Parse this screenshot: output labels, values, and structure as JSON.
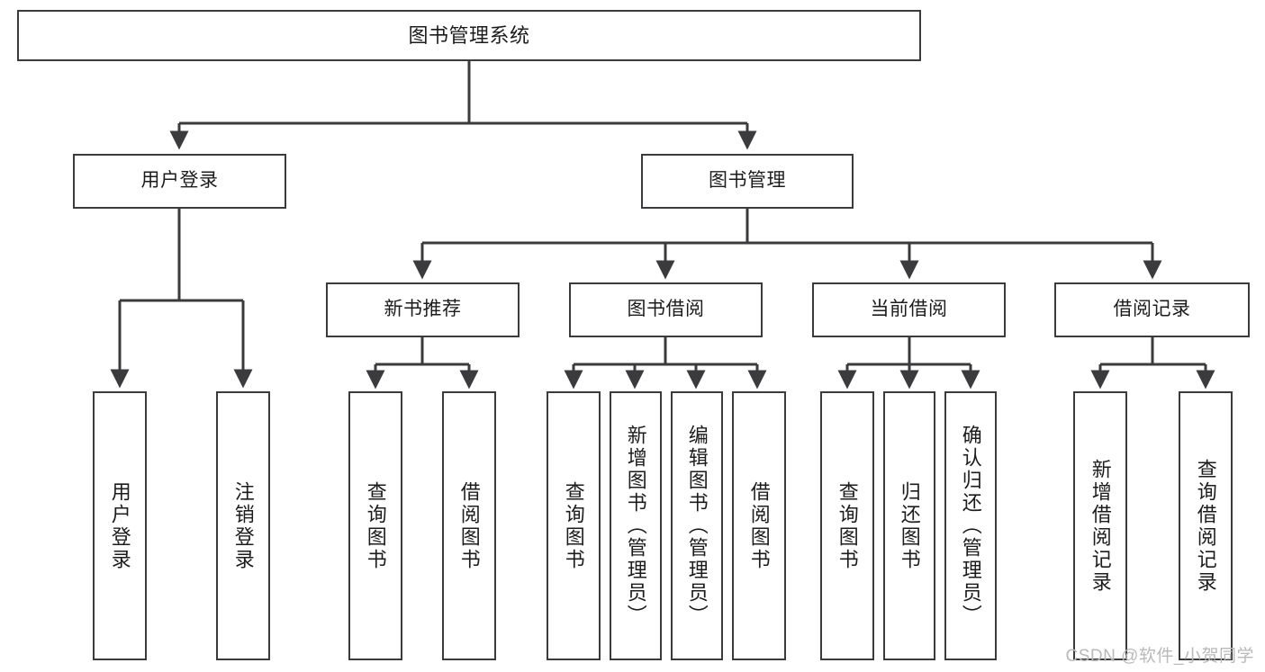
{
  "diagram": {
    "title": "图书管理系统",
    "type": "function-structure-tree",
    "background_color": "#ffffff",
    "line_color": "#3b3b3e",
    "text_color": "#1c1c1c"
  },
  "root": {
    "label": "图书管理系统"
  },
  "level2": [
    {
      "id": "user-login",
      "label": "用户登录"
    },
    {
      "id": "book-management",
      "label": "图书管理"
    }
  ],
  "level3": [
    {
      "id": "new-book-recommend",
      "label": "新书推荐"
    },
    {
      "id": "book-borrow",
      "label": "图书借阅"
    },
    {
      "id": "current-borrow",
      "label": "当前借阅"
    },
    {
      "id": "borrow-record",
      "label": "借阅记录"
    }
  ],
  "leaves": {
    "user_login": [
      {
        "id": "leaf-user-login",
        "label": "用户登录"
      },
      {
        "id": "leaf-logout-login",
        "label": "注销登录"
      }
    ],
    "new_book_recommend": [
      {
        "id": "leaf-query-book-1",
        "label": "查询图书"
      },
      {
        "id": "leaf-borrow-book-1",
        "label": "借阅图书"
      }
    ],
    "book_borrow": [
      {
        "id": "leaf-query-book-2",
        "label": "查询图书"
      },
      {
        "id": "leaf-add-book",
        "label": "新增图书（管理员）"
      },
      {
        "id": "leaf-edit-book",
        "label": "编辑图书（管理员）"
      },
      {
        "id": "leaf-borrow-book-2",
        "label": "借阅图书"
      }
    ],
    "current_borrow": [
      {
        "id": "leaf-query-book-3",
        "label": "查询图书"
      },
      {
        "id": "leaf-return-book",
        "label": "归还图书"
      },
      {
        "id": "leaf-confirm-return",
        "label": "确认归还（管理员）"
      }
    ],
    "borrow_record": [
      {
        "id": "leaf-add-record",
        "label": "新增借阅记录"
      },
      {
        "id": "leaf-query-record",
        "label": "查询借阅记录"
      }
    ]
  },
  "watermark": {
    "text": "CSDN @软件_小贺同学"
  }
}
